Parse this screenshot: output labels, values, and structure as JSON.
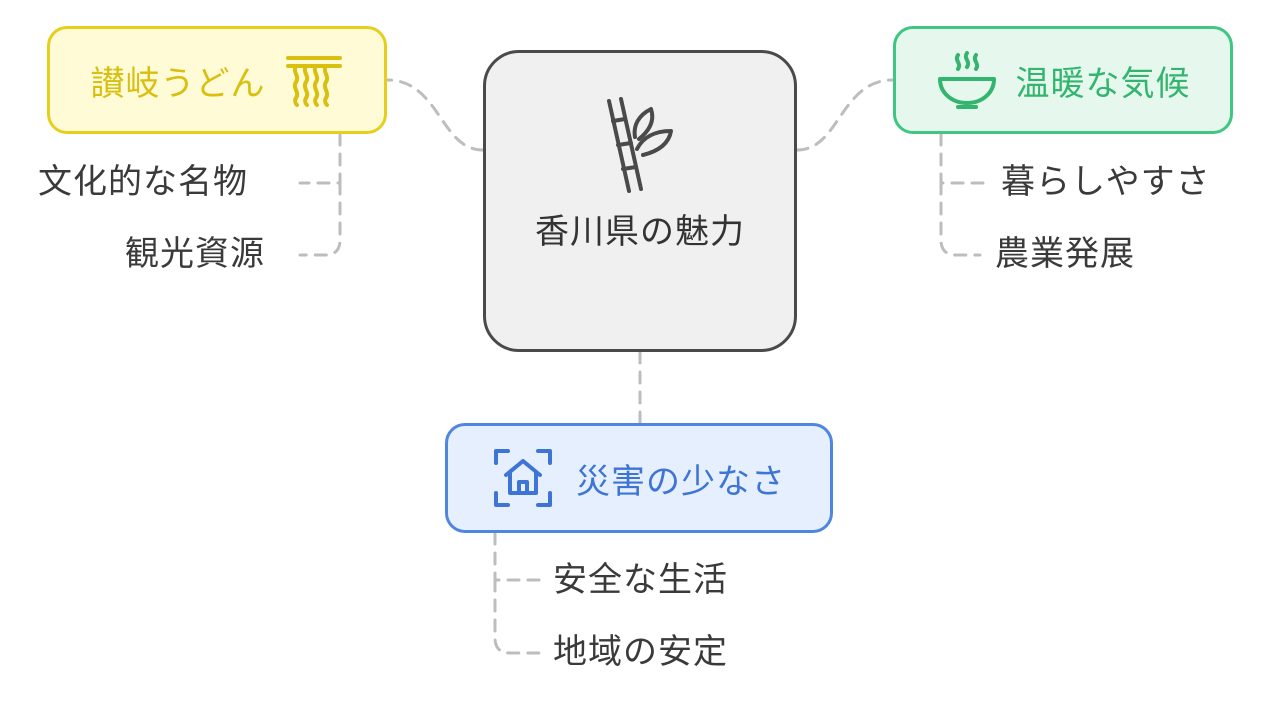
{
  "center": {
    "label": "香川県の魅力",
    "icon": "bamboo-icon",
    "bg": "#f0f0f0",
    "border": "#4a4a4a"
  },
  "branches": {
    "udon": {
      "label": "讃岐うどん",
      "icon": "noodles-icon",
      "color": "#e6cf1c",
      "bg": "#fffbd6",
      "children": [
        "文化的な名物",
        "観光資源"
      ]
    },
    "climate": {
      "label": "温暖な気候",
      "icon": "steaming-bowl-icon",
      "color": "#3fc680",
      "bg": "#e6f8ee",
      "children": [
        "暮らしやすさ",
        "農業発展"
      ]
    },
    "disaster": {
      "label": "災害の少なさ",
      "icon": "safe-home-icon",
      "color": "#4f86df",
      "bg": "#e6effd",
      "children": [
        "安全な生活",
        "地域の安定"
      ]
    }
  },
  "connector_color": "#bdbdbd"
}
